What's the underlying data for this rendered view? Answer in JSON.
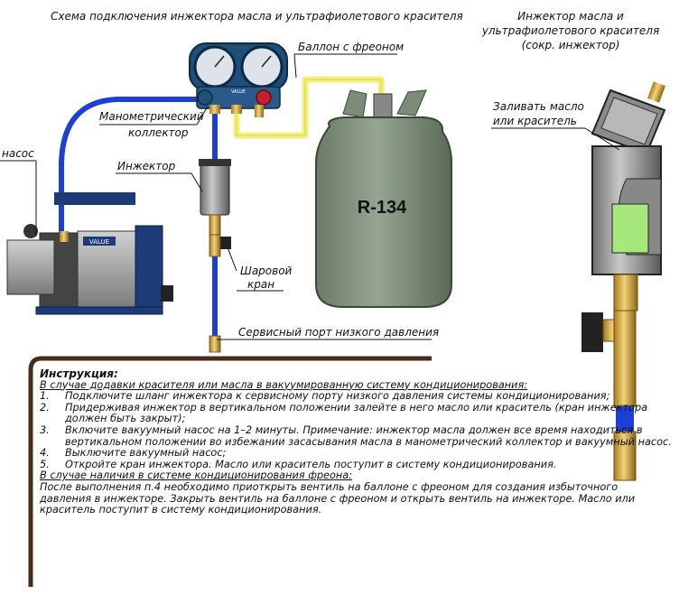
{
  "labels": {
    "title_left": "Схема подключения инжектора масла и ультрафиолетового красителя",
    "title_right_1": "Инжектор масла и",
    "title_right_2": "ультрафиолетового красителя",
    "title_right_3": "(сокр. инжектор)",
    "freon_tank": "Баллон с фреоном",
    "manifold_1": "Манометрический",
    "manifold_2": "коллектор",
    "pump": "насос",
    "injector": "Инжектор",
    "ball_valve_1": "Шаровой",
    "ball_valve_2": "кран",
    "service_port": "Сервисный порт низкого давления",
    "fill_1": "Заливать масло",
    "fill_2": "или краситель",
    "tank_text": "R-134",
    "pump_brand": "VALUE",
    "manifold_brand": "VALUE"
  },
  "instructions": {
    "heading": "Инструкция:",
    "case1": "В случае додавки красителя или масла в вакуумированную систему кондиционирования:",
    "steps": [
      {
        "n": "1.",
        "t": "Подключите шланг инжектора к сервисному порту низкого давления системы кондиционирования;"
      },
      {
        "n": "2.",
        "t": "Придерживая инжектор в вертикальном положении залейте в него масло или краситель (кран инжектора должен быть закрыт);"
      },
      {
        "n": "3.",
        "t": "Включите вакуумный насос на 1–2 минуты. Примечание: инжектор масла должен все время находиться в вертикальном положении во избежании засасывания масла в манометрический коллектор и вакуумный насос."
      },
      {
        "n": "4.",
        "t": "Выключите вакуумный насос;"
      },
      {
        "n": "5.",
        "t": "Откройте кран инжектора. Масло или краситель поступит в систему кондиционирования."
      }
    ],
    "case2": "В случае наличия в системе кондиционирования фреона:",
    "case2_text": "После выполнения п.4 необходимо приоткрыть вентиль на баллоне с фреоном для создания избыточного давления в инжекторе. Закрыть вентиль на баллоне с фреоном и открыть вентиль на инжекторе. Масло или краситель поступит в систему кондиционирования."
  },
  "colors": {
    "hose_blue": "#1c3fd4",
    "hose_yellow": "#f4f07a",
    "tank_green": "#7c8c78",
    "manifold_blue": "#1f4e7a",
    "valve_red": "#c8202a",
    "pump_blue": "#1d3b78",
    "brass": "#d8a83a",
    "oil_green": "#a6e87a"
  }
}
